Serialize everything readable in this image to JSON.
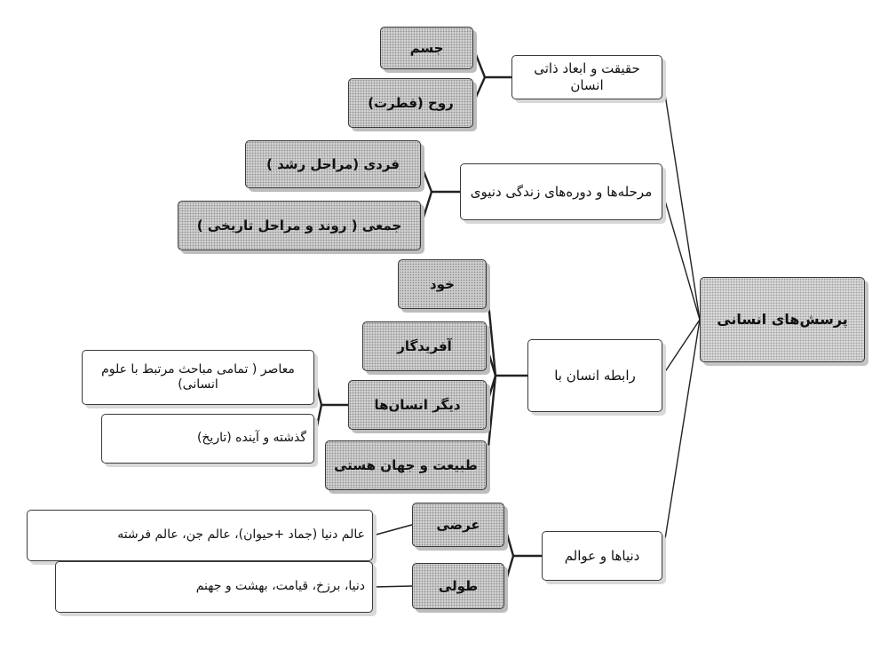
{
  "diagram": {
    "root": {
      "label": "پرسش‌های انسانی"
    },
    "branches": [
      {
        "label": "حقیقت و ابعاد ذاتی انسان",
        "children": [
          {
            "label": "جسم"
          },
          {
            "label": "روح (فطرت)"
          }
        ]
      },
      {
        "label": "مرحله‌ها و دوره‌های زندگی دنیوی",
        "children": [
          {
            "label": "فردی (مراحل رشد )"
          },
          {
            "label": "جمعی ( روند و مراحل تاریخی )"
          }
        ]
      },
      {
        "label": "رابطه انسان با",
        "children": [
          {
            "label": "خود"
          },
          {
            "label": "آفریدگار"
          },
          {
            "label": "دیگر انسان‌ها",
            "children": [
              {
                "label": "معاصر ( تمامی مباحث مرتبط با علوم انسانی)"
              },
              {
                "label": "گذشته و آینده (تاریخ)"
              }
            ]
          },
          {
            "label": "طبیعت و جهان هستی"
          }
        ]
      },
      {
        "label": "دنیاها و عوالم",
        "children": [
          {
            "label": "عرضی",
            "detail": "عالم دنیا (جماد +حیوان)، عالم جن، عالم فرشته"
          },
          {
            "label": "طولی",
            "detail": "دنیا، برزخ، قیامت، بهشت و جهنم"
          }
        ]
      }
    ]
  }
}
